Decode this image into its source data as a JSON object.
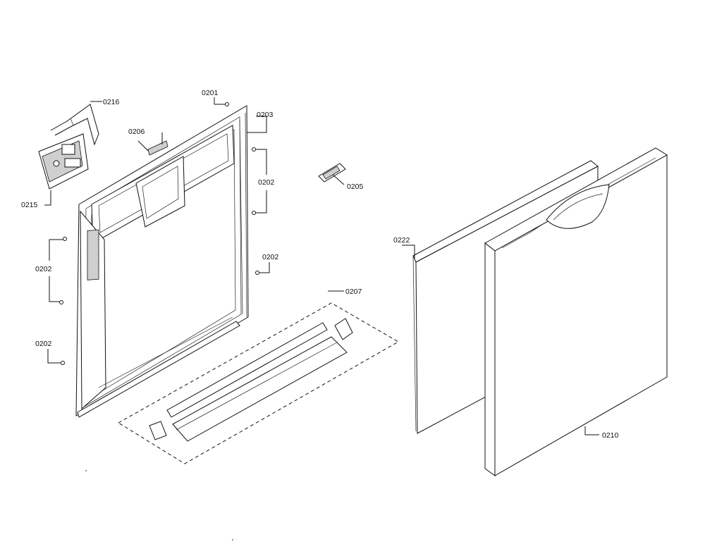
{
  "callouts": {
    "c0216": "0216",
    "c0206": "0206",
    "c0201": "0201",
    "c0203": "0203",
    "c0215": "0215",
    "c0202_right_upper": "0202",
    "c0205": "0205",
    "c0202_right_lower": "0202",
    "c0202_left_upper": "0202",
    "c0202_left_lower": "0202",
    "c0207": "0207",
    "c0222": "0222",
    "c0210": "0210"
  }
}
